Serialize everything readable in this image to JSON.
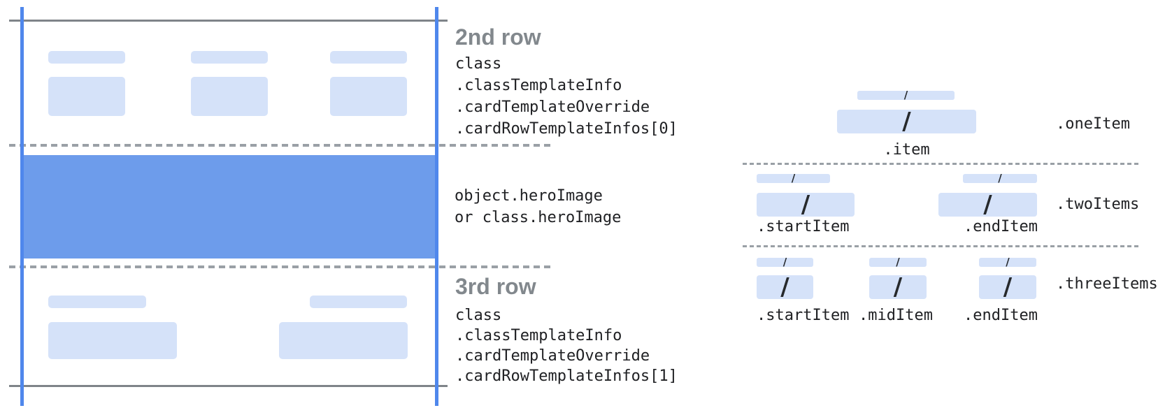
{
  "left_card": {
    "second_row": {
      "heading": "2nd row",
      "code_lines": [
        "class",
        ".classTemplateInfo",
        ".cardTemplateOverride",
        ".cardRowTemplateInfos[0]"
      ]
    },
    "hero_band": {
      "code_lines": [
        "object.heroImage",
        "or class.heroImage"
      ]
    },
    "third_row": {
      "heading": "3rd row",
      "code_lines": [
        "class",
        ".classTemplateInfo",
        ".cardTemplateOverride",
        ".cardRowTemplateInfos[1]"
      ]
    }
  },
  "right_panel": {
    "placeholder_glyph": "/",
    "one_item": {
      "row_label": ".oneItem",
      "item_label": ".item"
    },
    "two_items": {
      "row_label": ".twoItems",
      "start_label": ".startItem",
      "end_label": ".endItem"
    },
    "three_items": {
      "row_label": ".threeItems",
      "start_label": ".startItem",
      "mid_label": ".midItem",
      "end_label": ".endItem"
    }
  },
  "colors": {
    "accent_line_blue": "#4f87ec",
    "hero_blue": "#6d9ceb",
    "placeholder_light_blue": "#d5e2f9",
    "dash_gray": "#9aa0a6",
    "solid_line_gray": "#7f8489",
    "heading_gray": "#82888d",
    "code_text": "#202124"
  }
}
